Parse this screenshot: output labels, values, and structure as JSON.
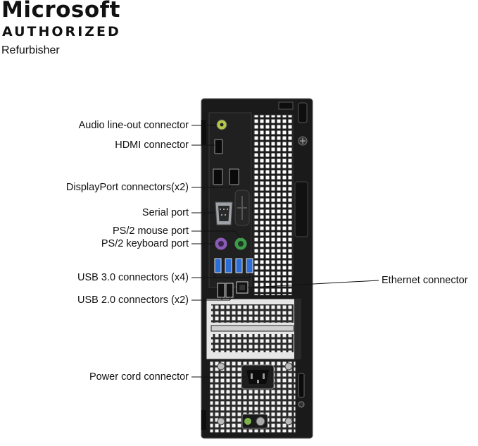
{
  "logo": {
    "brand": "Microsoft",
    "badge": "AUTHORIZED",
    "role": "Refurbisher"
  },
  "callouts": {
    "audio": "Audio line-out connector",
    "hdmi": "HDMI connector",
    "displayport": "DisplayPort connectors(x2)",
    "serial": "Serial port",
    "ps2_mouse": "PS/2 mouse port",
    "ps2_keyboard": "PS/2 keyboard port",
    "usb3": "USB 3.0 connectors (x4)",
    "usb2": "USB 2.0 connectors (x2)",
    "power": "Power cord connector",
    "ethernet": "Ethernet connector"
  },
  "colors": {
    "chassis": "#1a1a1a",
    "usb3_blue": "#2b6fd6",
    "ps2_mouse_green": "#3f9a4a",
    "ps2_keyboard_purple": "#8a5bb5",
    "audio_lime": "#b5c84a"
  }
}
